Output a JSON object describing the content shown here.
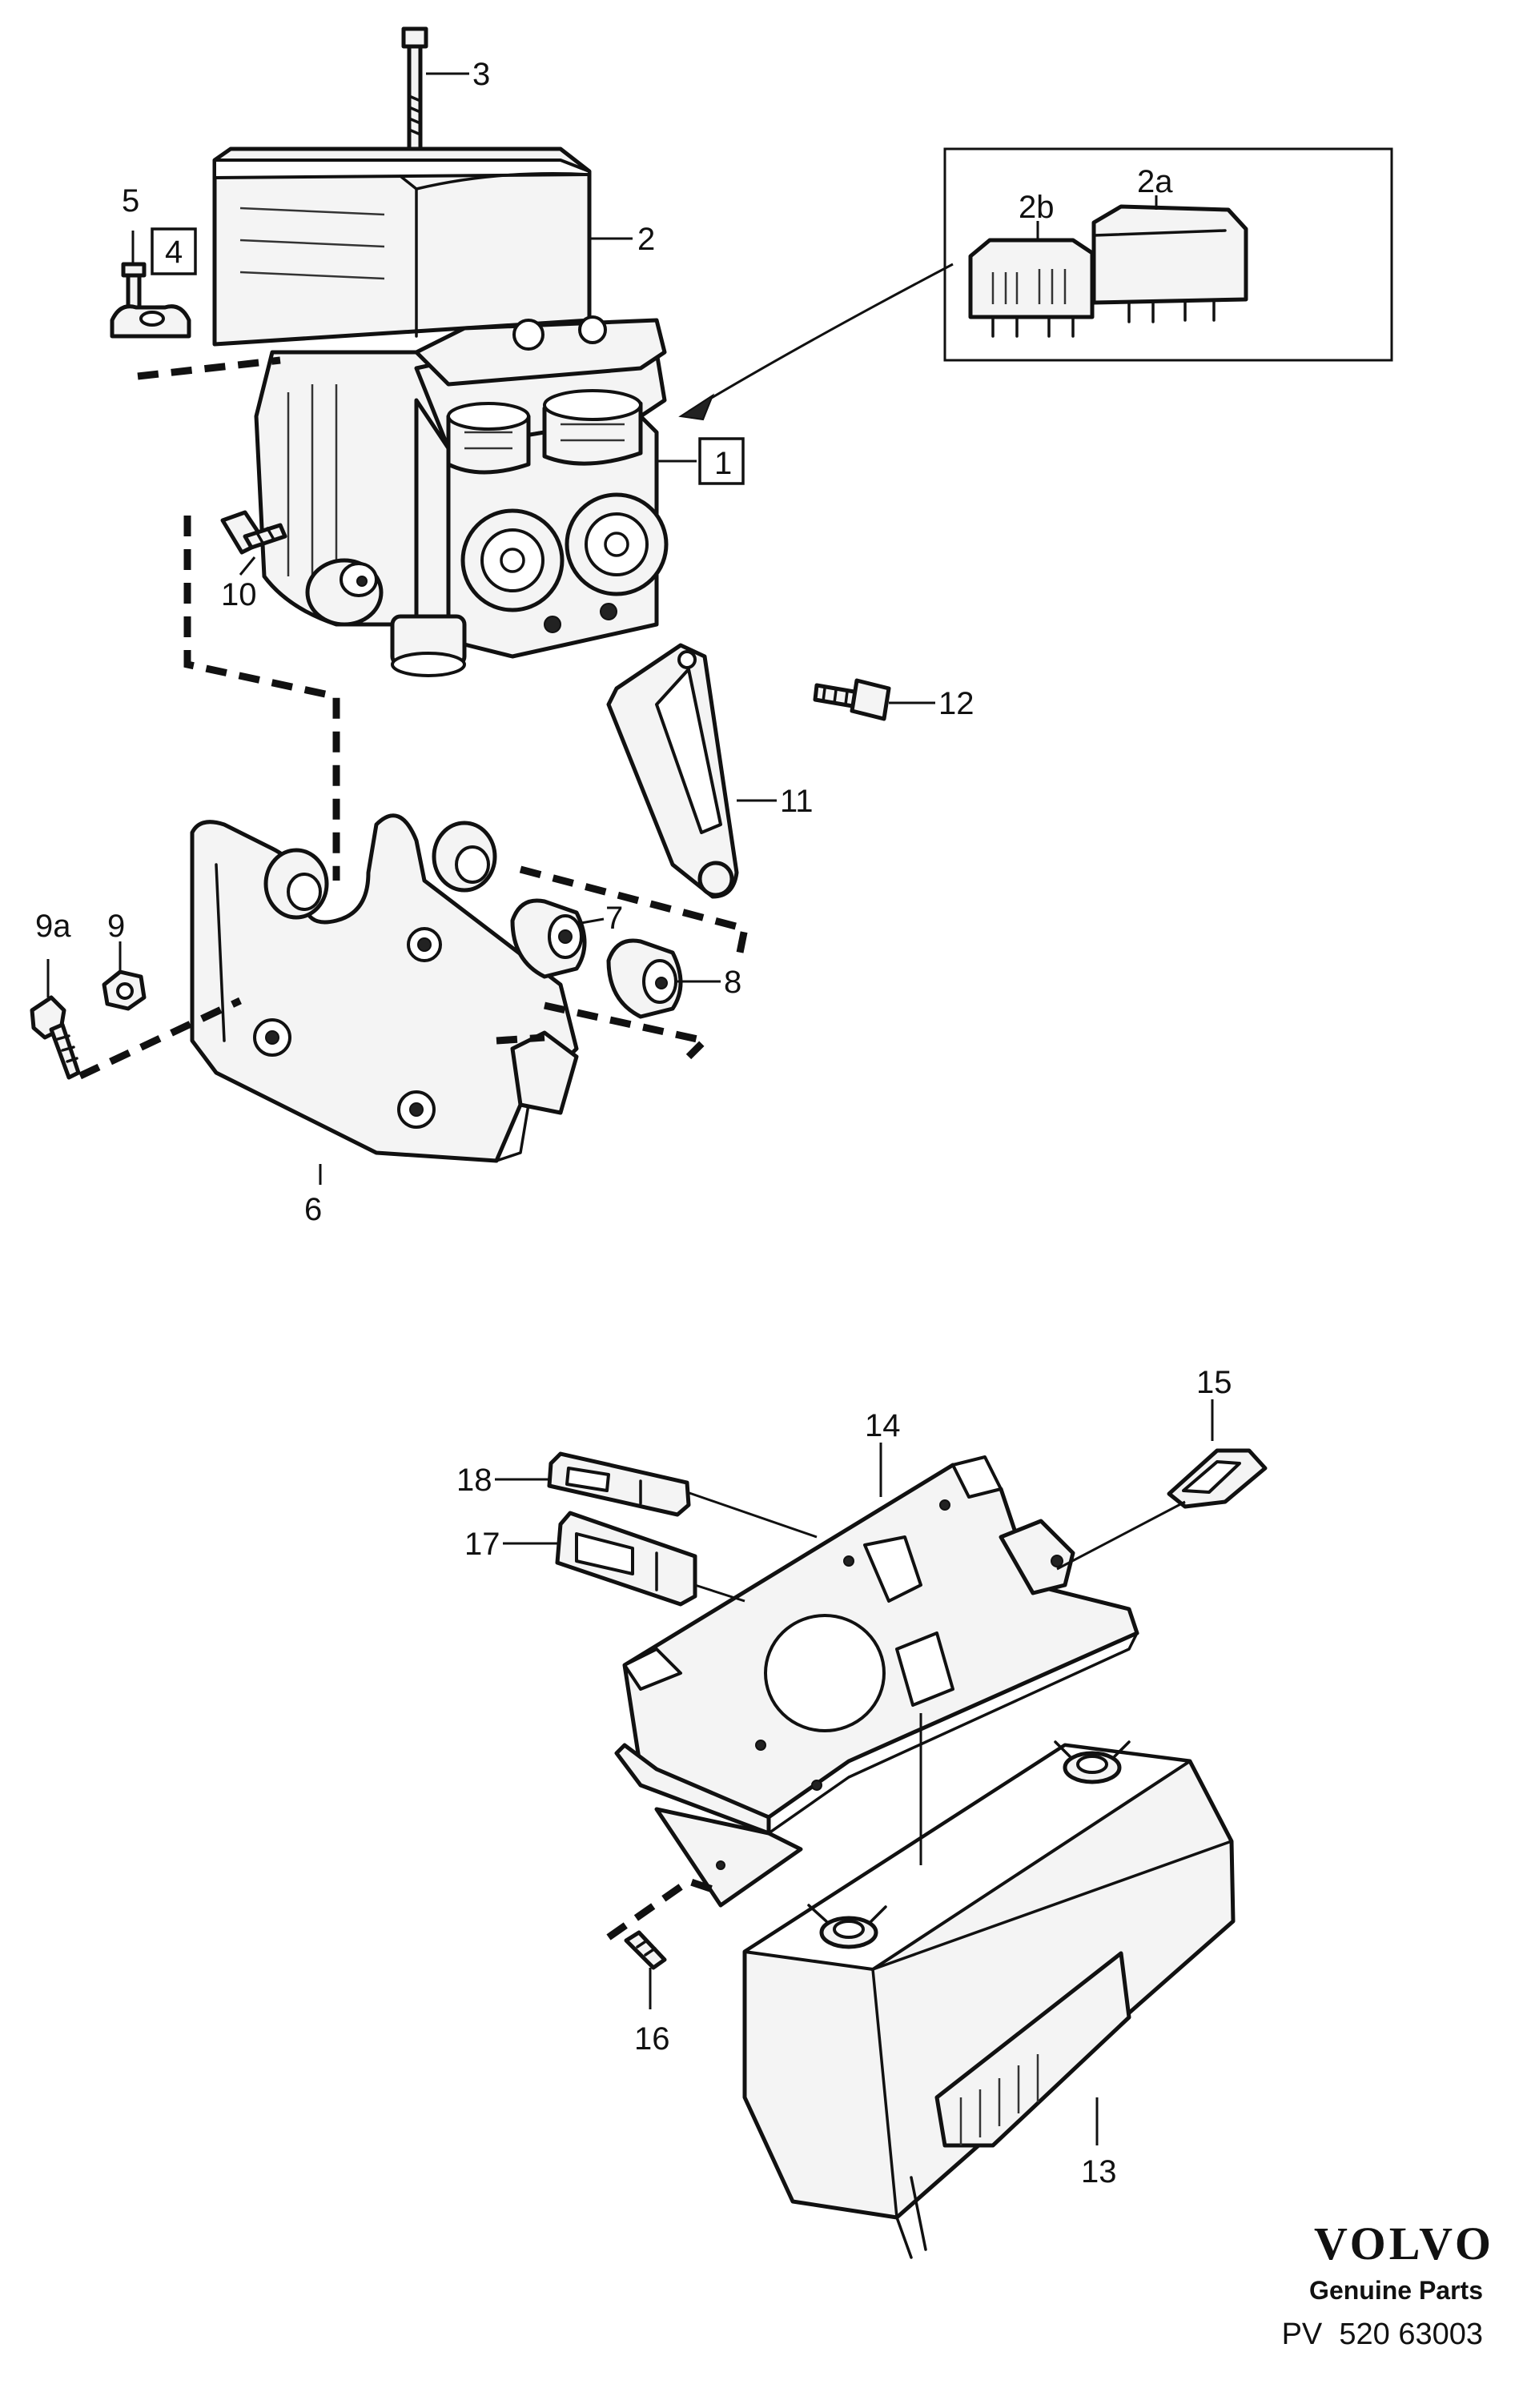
{
  "callouts": {
    "c1": "1",
    "c2": "2",
    "c2a": "2a",
    "c2b": "2b",
    "c3": "3",
    "c4": "4",
    "c5": "5",
    "c6": "6",
    "c7": "7",
    "c8": "8",
    "c9": "9",
    "c9a": "9a",
    "c10": "10",
    "c11": "11",
    "c12": "12",
    "c13": "13",
    "c14": "14",
    "c15": "15",
    "c16": "16",
    "c17": "17",
    "c18": "18"
  },
  "footer": {
    "brand": "VOLVO",
    "subtitle": "Genuine Parts",
    "code": "PV  520 63003"
  }
}
